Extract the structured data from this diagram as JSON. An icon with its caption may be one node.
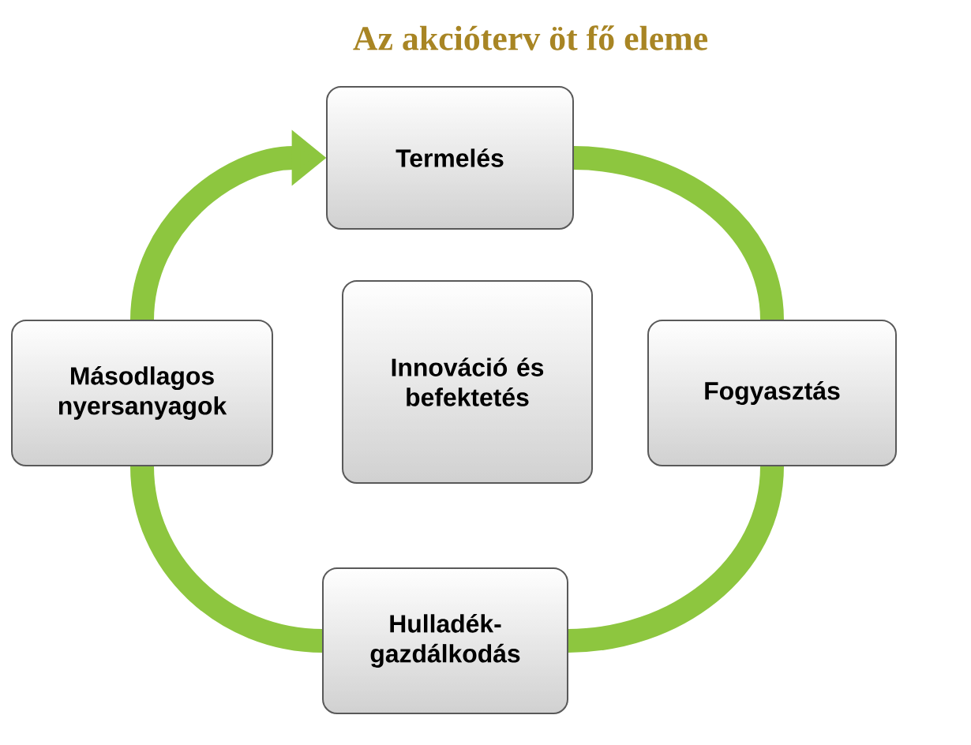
{
  "diagram": {
    "title": "Az akcióterv öt fő eleme",
    "nodes": [
      {
        "text": [
          "Termelés"
        ]
      },
      {
        "text": [
          "Másodlagos nyersanyagok"
        ]
      },
      {
        "text": [
          "Innováció és befektetés"
        ]
      },
      {
        "text": [
          "Fogyasztás"
        ]
      },
      {
        "text": [
          "Hulladék-gazdálkodás"
        ]
      }
    ],
    "edges": [
      {
        "from": 0,
        "to": 3,
        "arrow": "none"
      },
      {
        "from": 3,
        "to": 4,
        "arrow": "none"
      },
      {
        "from": 4,
        "to": 1,
        "arrow": "none"
      },
      {
        "from": 1,
        "to": 0,
        "arrow": "to"
      }
    ]
  }
}
